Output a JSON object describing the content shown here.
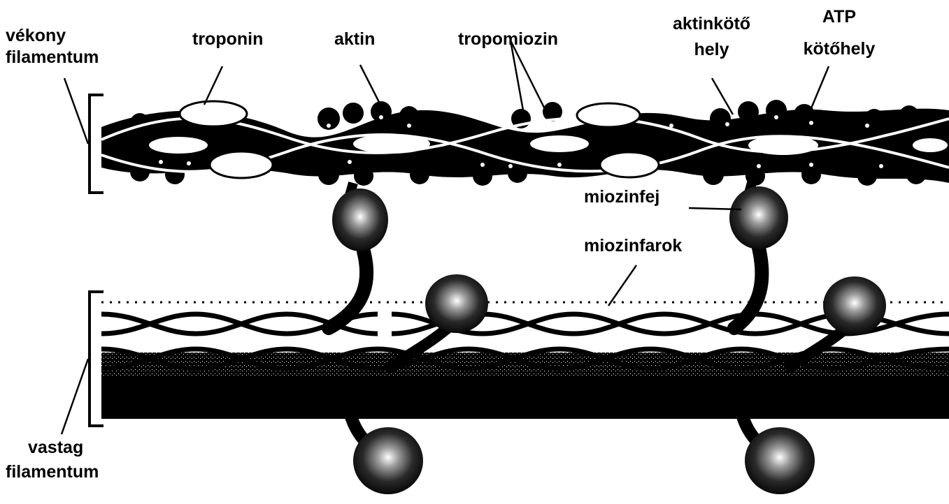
{
  "diagram": {
    "labels": {
      "thin_filament": [
        "vékony",
        "filamentum"
      ],
      "thick_filament": [
        "vastag",
        "filamentum"
      ],
      "troponin": "troponin",
      "actin": "aktin",
      "tropomyosin": "tropomiozin",
      "actin_binding_site": [
        "aktinkötő",
        "hely"
      ],
      "atp_binding_site": [
        "ATP",
        "kötőhely"
      ],
      "myosin_head": "miozinfej",
      "myosin_tail": "miozinfarok"
    },
    "colors": {
      "ink": "#000000",
      "background": "#ffffff"
    }
  }
}
